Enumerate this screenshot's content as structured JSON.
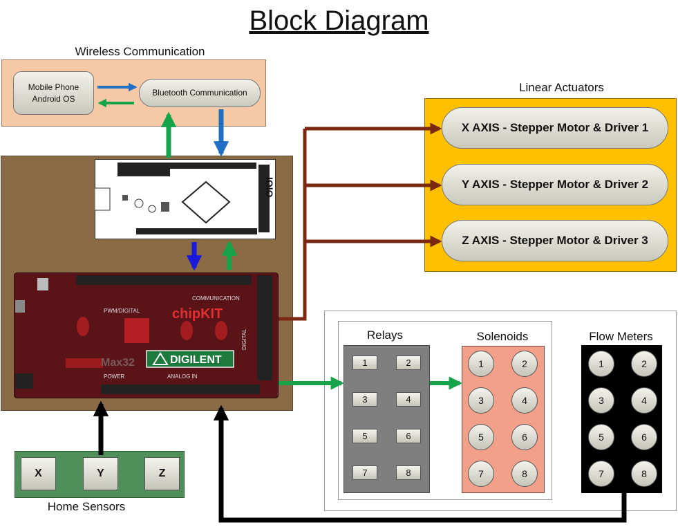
{
  "title": "Block Diagram",
  "wireless": {
    "caption": "Wireless Communication",
    "phone_line1": "Mobile Phone",
    "phone_line2": "Android OS",
    "bluetooth": "Bluetooth Communication"
  },
  "actuators": {
    "caption": "Linear Actuators",
    "items": [
      "X AXIS  - Stepper Motor & Driver 1",
      "Y AXIS  - Stepper Motor & Driver 2",
      "Z AXIS  - Stepper Motor & Driver 3"
    ]
  },
  "ioio_board": {
    "logo": "IOIO"
  },
  "chipkit_board": {
    "brand": "chipKIT",
    "model": "Max32",
    "maker": "DIGILENT",
    "labels": [
      "COMMUNICATION",
      "PWM/DIGITAL",
      "POWER",
      "ANALOG IN",
      "DIGITAL"
    ]
  },
  "relays": {
    "caption": "Relays",
    "items": [
      "1",
      "2",
      "3",
      "4",
      "5",
      "6",
      "7",
      "8"
    ]
  },
  "solenoids": {
    "caption": "Solenoids",
    "items": [
      "1",
      "2",
      "3",
      "4",
      "5",
      "6",
      "7",
      "8"
    ]
  },
  "flow_meters": {
    "caption": "Flow Meters",
    "items": [
      "1",
      "2",
      "3",
      "4",
      "5",
      "6",
      "7",
      "8"
    ]
  },
  "home_sensors": {
    "caption": "Home Sensors",
    "items": [
      "X",
      "Y",
      "Z"
    ]
  },
  "colors": {
    "wireless_bg": "#f6c9a6",
    "controller_bg": "#8b6b46",
    "actuator_bg": "#ffc000",
    "relay_bg": "#7f7f7f",
    "solenoid_bg": "#f2a08a",
    "flow_bg": "#000000",
    "sensor_bg": "#4f8f5a",
    "arrow_blue": "#1f6fc4",
    "arrow_green": "#16a34a",
    "arrow_brown": "#7b2812",
    "arrow_black": "#000000"
  }
}
